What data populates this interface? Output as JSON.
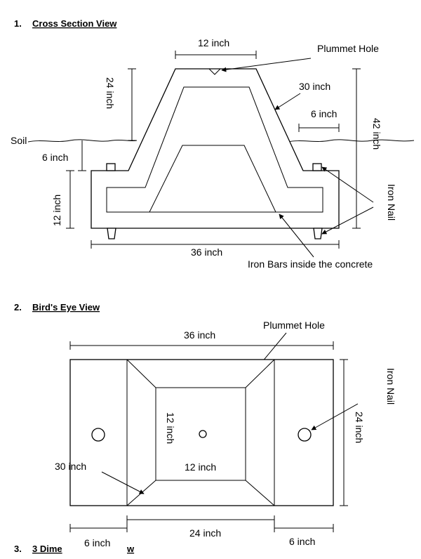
{
  "sections": {
    "cross": {
      "number": "1.",
      "title": "Cross Section View"
    },
    "bird": {
      "number": "2.",
      "title": "Bird's Eye View"
    },
    "three_d": {
      "number": "3.",
      "title_fragment_left": "3 Dime",
      "title_fragment_right": "w"
    }
  },
  "cross_labels": {
    "top_width": "12 inch",
    "plummet_hole": "Plummet Hole",
    "height_24": "24 inch",
    "slope_30": "30 inch",
    "ledge_6": "6 inch",
    "total_42": "42 inch",
    "soil": "Soil",
    "soil_6": "6 inch",
    "base_12": "12 inch",
    "iron_nail": "Iron Nail",
    "base_36": "36 inch",
    "iron_bars": "Iron Bars inside the concrete"
  },
  "bird_labels": {
    "plummet_hole": "Plummet Hole",
    "width_36": "36 inch",
    "iron_nail": "Iron Nail",
    "inner_12v": "12 inch",
    "inner_12h": "12 inch",
    "slope_30": "30 inch",
    "depth_24": "24 inch",
    "mid_24": "24 inch",
    "left_6": "6 inch",
    "right_6": "6 inch"
  }
}
